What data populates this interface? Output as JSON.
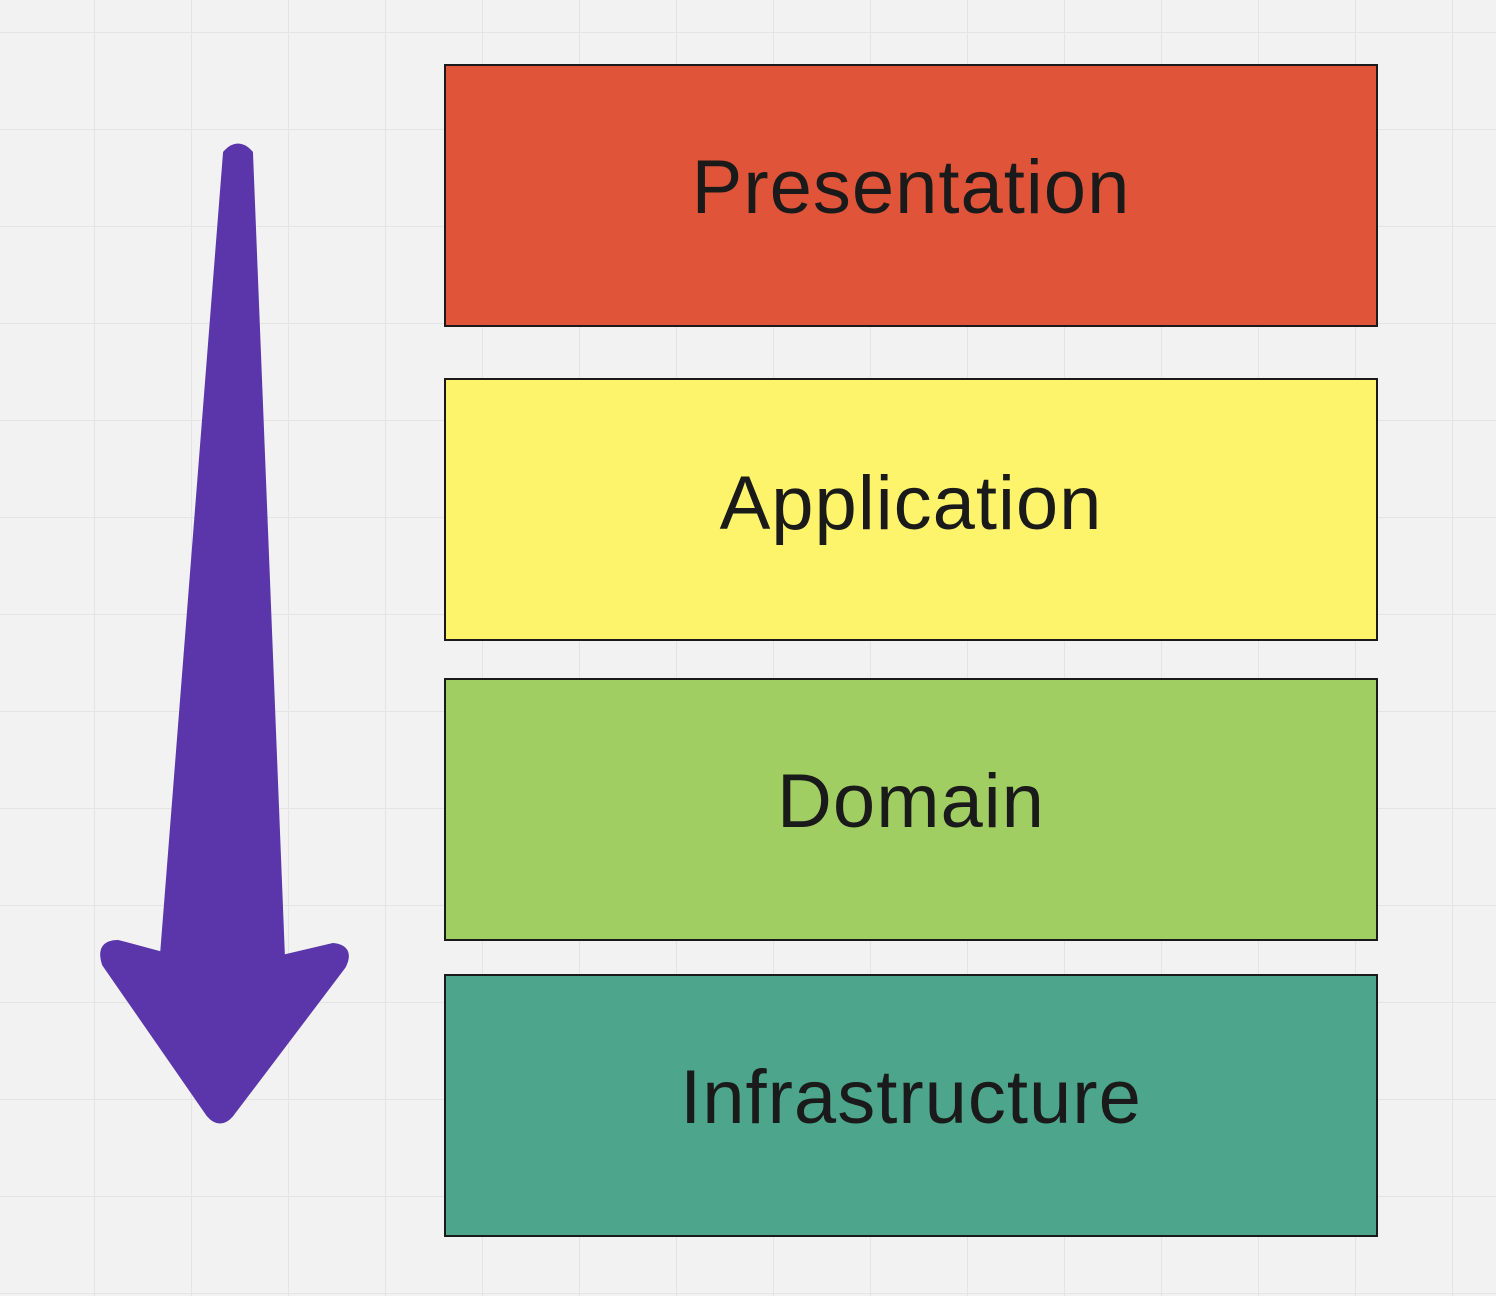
{
  "diagram": {
    "arrow": {
      "color": "#5b36ab",
      "direction": "down",
      "icon": "down-arrow-icon"
    },
    "layers": [
      {
        "label": "Presentation",
        "color": "#e0553a"
      },
      {
        "label": "Application",
        "color": "#fdf46b"
      },
      {
        "label": "Domain",
        "color": "#a1ce62"
      },
      {
        "label": "Infrastructure",
        "color": "#4da58c"
      }
    ]
  }
}
